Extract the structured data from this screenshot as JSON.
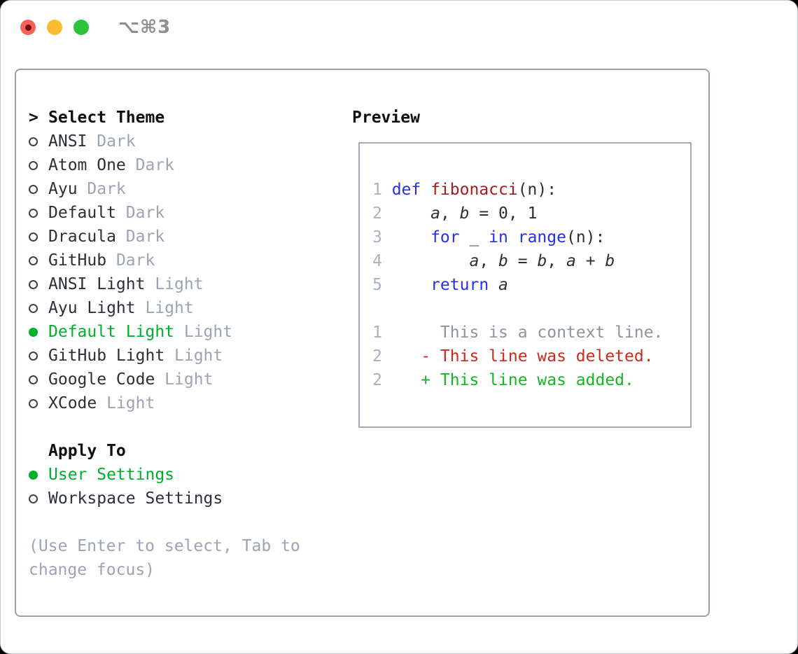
{
  "titlebar": {
    "shortcut": "⌥⌘3",
    "buttons": [
      {
        "name": "close",
        "color": "#f8605a",
        "dot": true
      },
      {
        "name": "minimize",
        "color": "#fdbc2e",
        "dot": false
      },
      {
        "name": "zoom",
        "color": "#2dc23e",
        "dot": false
      }
    ]
  },
  "theme_selector": {
    "prompt": ">",
    "title": "Select Theme",
    "themes": [
      {
        "name": "ANSI",
        "variant": "Dark",
        "selected": false
      },
      {
        "name": "Atom One",
        "variant": "Dark",
        "selected": false
      },
      {
        "name": "Ayu",
        "variant": "Dark",
        "selected": false
      },
      {
        "name": "Default",
        "variant": "Dark",
        "selected": false
      },
      {
        "name": "Dracula",
        "variant": "Dark",
        "selected": false
      },
      {
        "name": "GitHub",
        "variant": "Dark",
        "selected": false
      },
      {
        "name": "ANSI Light",
        "variant": "Light",
        "selected": false
      },
      {
        "name": "Ayu Light",
        "variant": "Light",
        "selected": false
      },
      {
        "name": "Default Light",
        "variant": "Light",
        "selected": true
      },
      {
        "name": "GitHub Light",
        "variant": "Light",
        "selected": false
      },
      {
        "name": "Google Code",
        "variant": "Light",
        "selected": false
      },
      {
        "name": "XCode",
        "variant": "Light",
        "selected": false
      }
    ]
  },
  "apply_to": {
    "title": "Apply To",
    "options": [
      {
        "label": "User Settings",
        "selected": true
      },
      {
        "label": "Workspace Settings",
        "selected": false
      }
    ]
  },
  "hint": {
    "lines": [
      "(Use Enter to select, Tab to",
      "change focus)"
    ]
  },
  "preview": {
    "title": "Preview",
    "lines": [
      {
        "num": "1",
        "tokens": [
          [
            "kw",
            "def "
          ],
          [
            "fn",
            "fibonacci"
          ],
          [
            "pl",
            "(n):"
          ]
        ]
      },
      {
        "num": "2",
        "tokens": [
          [
            "pl",
            "    "
          ],
          [
            "var",
            "a"
          ],
          [
            "pl",
            ", "
          ],
          [
            "var",
            "b"
          ],
          [
            "pl",
            " = 0, 1"
          ]
        ]
      },
      {
        "num": "3",
        "tokens": [
          [
            "pl",
            "    "
          ],
          [
            "kw",
            "for"
          ],
          [
            "pl",
            " _ "
          ],
          [
            "kw",
            "in"
          ],
          [
            "pl",
            " "
          ],
          [
            "kw",
            "range"
          ],
          [
            "pl",
            "(n):"
          ]
        ]
      },
      {
        "num": "4",
        "tokens": [
          [
            "pl",
            "        "
          ],
          [
            "var",
            "a"
          ],
          [
            "pl",
            ", "
          ],
          [
            "var",
            "b"
          ],
          [
            "pl",
            " = "
          ],
          [
            "var",
            "b"
          ],
          [
            "pl",
            ", "
          ],
          [
            "var",
            "a"
          ],
          [
            "pl",
            " + "
          ],
          [
            "var",
            "b"
          ]
        ]
      },
      {
        "num": "5",
        "tokens": [
          [
            "pl",
            "    "
          ],
          [
            "kw",
            "return "
          ],
          [
            "var",
            "a"
          ]
        ]
      },
      {
        "num": "",
        "tokens": []
      },
      {
        "num": "1",
        "tokens": [
          [
            "ctx",
            "     This is a context line."
          ]
        ]
      },
      {
        "num": "2",
        "tokens": [
          [
            "pl",
            "   "
          ],
          [
            "del",
            "- This line was deleted."
          ]
        ]
      },
      {
        "num": "2",
        "tokens": [
          [
            "pl",
            "   "
          ],
          [
            "add",
            "+ This line was added."
          ]
        ]
      }
    ]
  },
  "colors": {
    "selection_green": "#00b02c",
    "keyword_blue": "#2531e8",
    "function_red": "#a61b1b",
    "deleted_red": "#cd2a1d",
    "added_green": "#13b81f",
    "context_gray": "#8d949e",
    "line_number_gray": "#a9b1bd",
    "muted_gray": "#9aa4b4",
    "text_dark": "#2b2f36",
    "border_gray": "#99a0ab"
  }
}
